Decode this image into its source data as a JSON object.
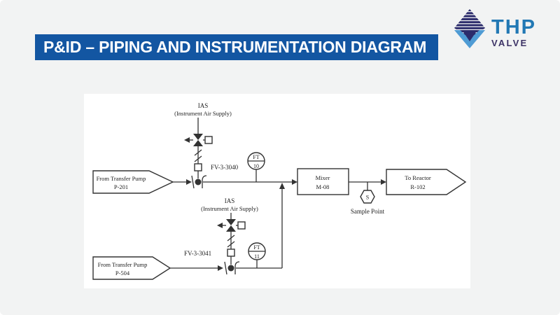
{
  "slide": {
    "title": "P&ID – PIPING AND INSTRUMENTATION DIAGRAM",
    "colors": {
      "background": "#f2f3f3",
      "banner": "#1356a2",
      "banner_text": "#ffffff",
      "panel": "#ffffff",
      "diagram_ink": "#333333"
    }
  },
  "logo": {
    "brand": "THP",
    "brand_sub": "VALVE",
    "colors": {
      "pyramid_navy": "#2b2b6b",
      "chevron_blue": "#4f9bd4",
      "brand_blue": "#2178b4",
      "sub_navy": "#3d3366"
    }
  },
  "diagram": {
    "sources": [
      {
        "line1": "From Transfer Pump",
        "line2": "P-201"
      },
      {
        "line1": "From Transfer Pump",
        "line2": "P-504"
      }
    ],
    "air_supplies": [
      {
        "line1": "IAS",
        "line2": "(Instrument Air Supply)"
      },
      {
        "line1": "IAS",
        "line2": "(Instrument Air Supply)"
      }
    ],
    "control_valves": [
      {
        "tag": "FV-3-3040"
      },
      {
        "tag": "FV-3-3041"
      }
    ],
    "flow_transmitters": [
      {
        "letters": "FT",
        "number": "10"
      },
      {
        "letters": "FT",
        "number": "11"
      }
    ],
    "mixer": {
      "line1": "Mixer",
      "line2": "M-08"
    },
    "destination": {
      "line1": "To Reactor",
      "line2": "R-102"
    },
    "sample_point": {
      "symbol": "S",
      "label": "Sample Point"
    }
  }
}
